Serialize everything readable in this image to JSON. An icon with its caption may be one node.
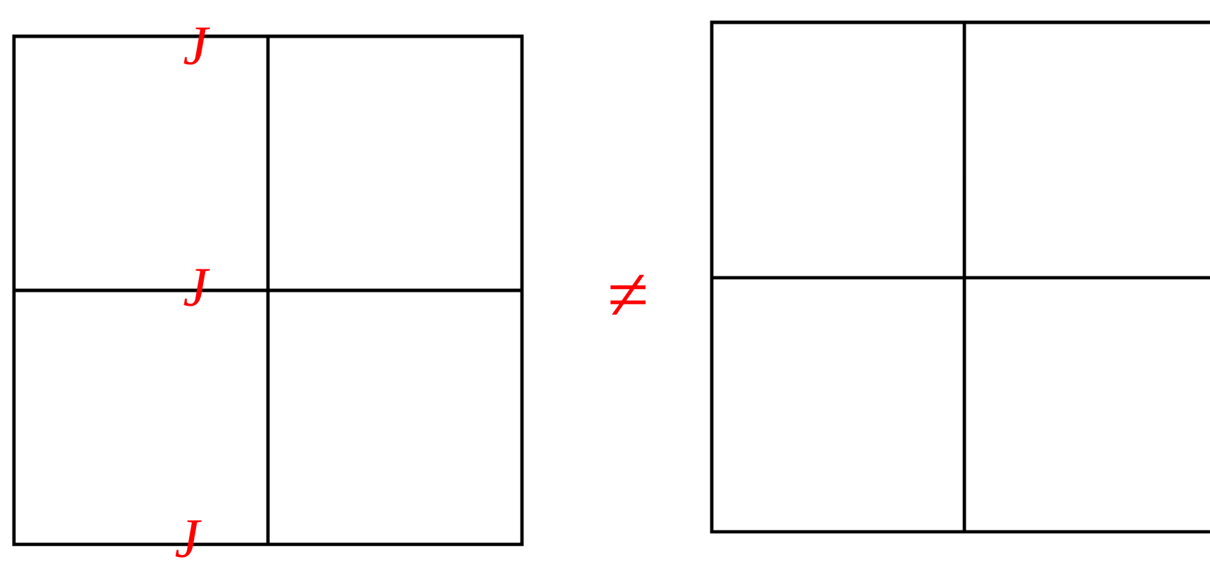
{
  "diagram": {
    "labels": [
      "J",
      "J",
      "J",
      "≠"
    ]
  }
}
